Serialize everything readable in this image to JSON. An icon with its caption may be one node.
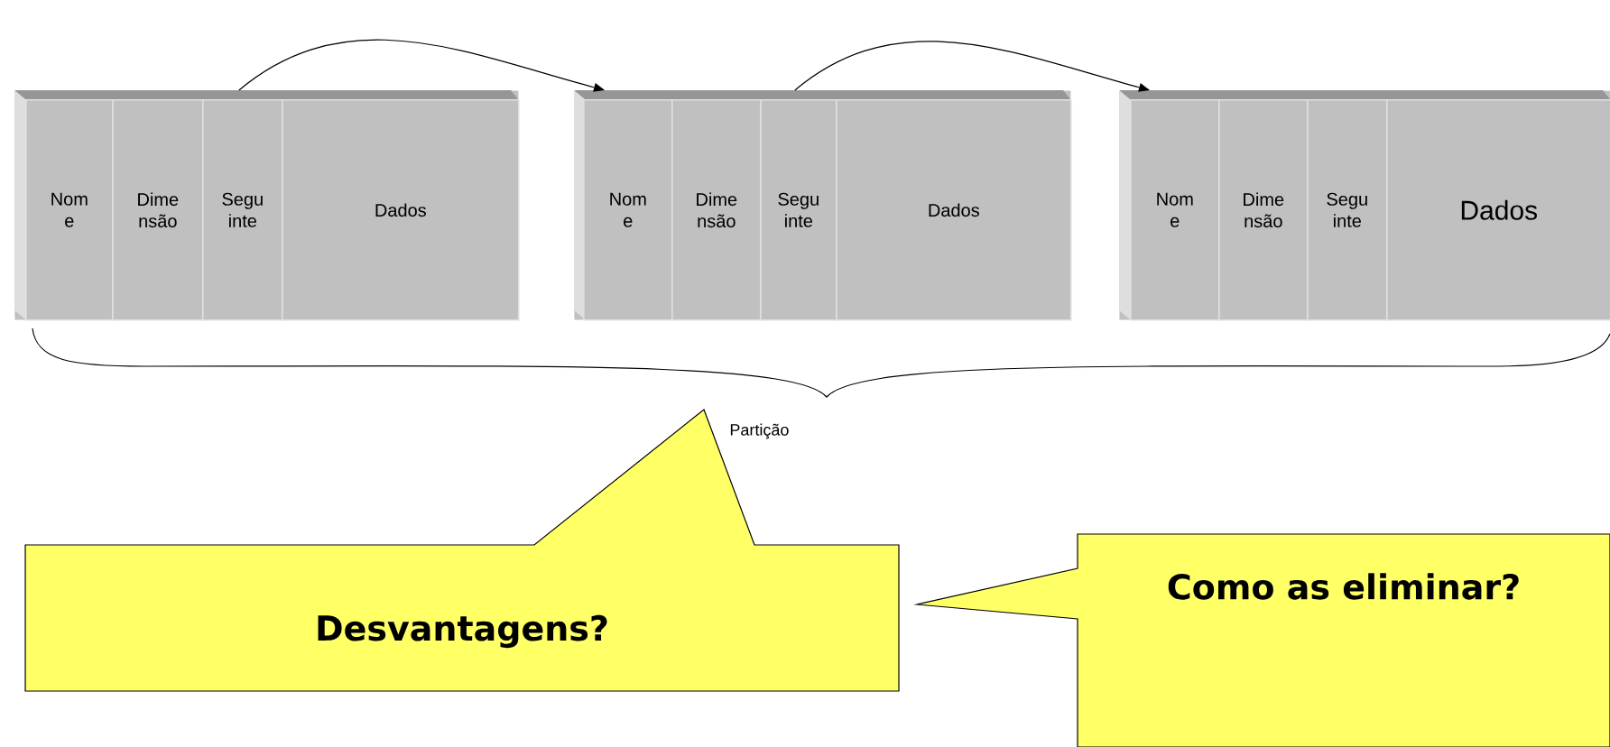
{
  "diagram": {
    "nodes": [
      {
        "text": [],
        "shape": "box"
      },
      {
        "text": [
          "Nom e"
        ],
        "in": 0
      },
      {
        "text": [
          "Dime nsão"
        ],
        "in": 0
      },
      {
        "text": [
          "Segu inte"
        ],
        "in": 0
      },
      {
        "text": [
          "Dados"
        ],
        "in": 0
      },
      {
        "text": [],
        "shape": "box"
      },
      {
        "text": [
          "Nom e"
        ],
        "in": 5
      },
      {
        "text": [
          "Dime nsão"
        ],
        "in": 5
      },
      {
        "text": [
          "Segu inte"
        ],
        "in": 5
      },
      {
        "text": [
          "Dados"
        ],
        "in": 5
      },
      {
        "text": [],
        "shape": "box"
      },
      {
        "text": [
          "Nom e"
        ],
        "in": 10
      },
      {
        "text": [
          "Dime nsão"
        ],
        "in": 10
      },
      {
        "text": [
          "Segu inte"
        ],
        "in": 10
      },
      {
        "text": [
          "Dados"
        ],
        "in": 10
      },
      {
        "text": [
          "Desvantagens?"
        ]
      },
      {
        "text": [
          "Como as eliminar?"
        ]
      }
    ],
    "edges": [
      {
        "from": 3,
        "to": 5,
        "arrow": "to"
      },
      {
        "from": 8,
        "to": 10,
        "arrow": "to"
      }
    ],
    "labels": [
      "Partição"
    ]
  }
}
